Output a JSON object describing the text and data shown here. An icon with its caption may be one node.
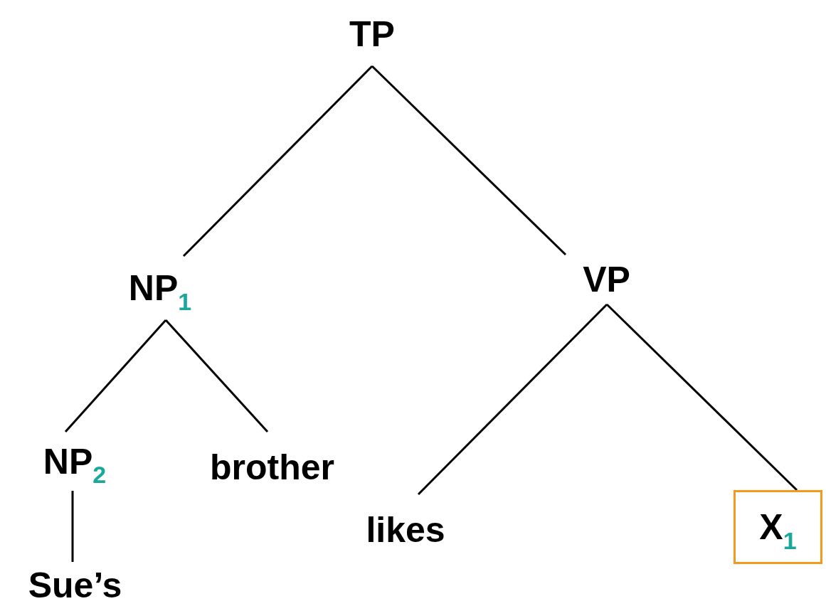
{
  "diagram": {
    "nodes": [
      {
        "text": [
          "TP"
        ]
      },
      {
        "text": [
          "NP$_{1}$"
        ]
      },
      {
        "text": [
          "VP"
        ]
      },
      {
        "text": [
          "NP$_{2}$"
        ]
      },
      {
        "text": [
          "brother"
        ]
      },
      {
        "text": [
          "likes"
        ]
      },
      {
        "text": [
          "X$_{1}$"
        ]
      },
      {
        "text": [
          "Sue’s"
        ]
      }
    ],
    "edges": [
      {
        "from": 0,
        "to": 1,
        "arrow": "none"
      },
      {
        "from": 0,
        "to": 2,
        "arrow": "none"
      },
      {
        "from": 1,
        "to": 3,
        "arrow": "none"
      },
      {
        "from": 1,
        "to": 4,
        "arrow": "none"
      },
      {
        "from": 2,
        "to": 5,
        "arrow": "none"
      },
      {
        "from": 2,
        "to": 6,
        "arrow": "none"
      },
      {
        "from": 3,
        "to": 7,
        "arrow": "none"
      }
    ]
  }
}
